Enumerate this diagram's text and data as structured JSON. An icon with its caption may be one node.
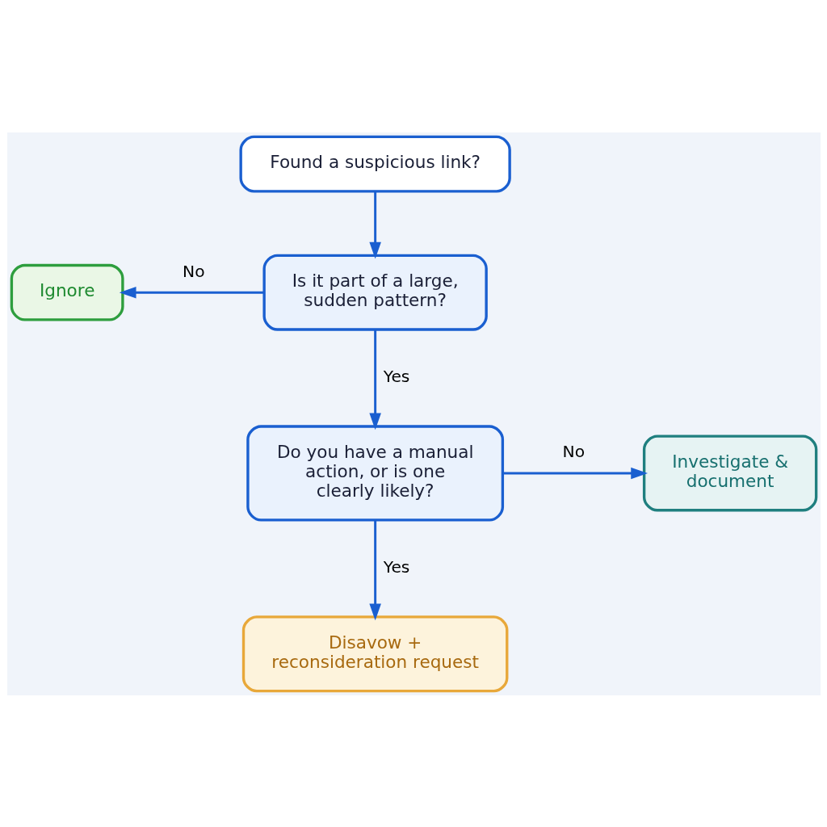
{
  "diagram": {
    "nodes": [
      {
        "text": [
          "Found a suspicious link?"
        ]
      },
      {
        "text": [
          "Is it part of a large, sudden pattern?"
        ]
      },
      {
        "text": [
          "Ignore"
        ]
      },
      {
        "text": [
          "Do you have a manual action, or is one clearly likely?"
        ]
      },
      {
        "text": [
          "Investigate & document"
        ]
      },
      {
        "text": [
          "Disavow + reconsideration request"
        ]
      }
    ],
    "edges": [
      {
        "from": 0,
        "to": 1,
        "arrow": "to"
      },
      {
        "from": 1,
        "to": 2,
        "arrow": "to",
        "label": "No"
      },
      {
        "from": 1,
        "to": 3,
        "arrow": "to",
        "label": "Yes"
      },
      {
        "from": 3,
        "to": 4,
        "arrow": "to",
        "label": "No"
      },
      {
        "from": 3,
        "to": 5,
        "arrow": "to",
        "label": "Yes"
      }
    ]
  }
}
